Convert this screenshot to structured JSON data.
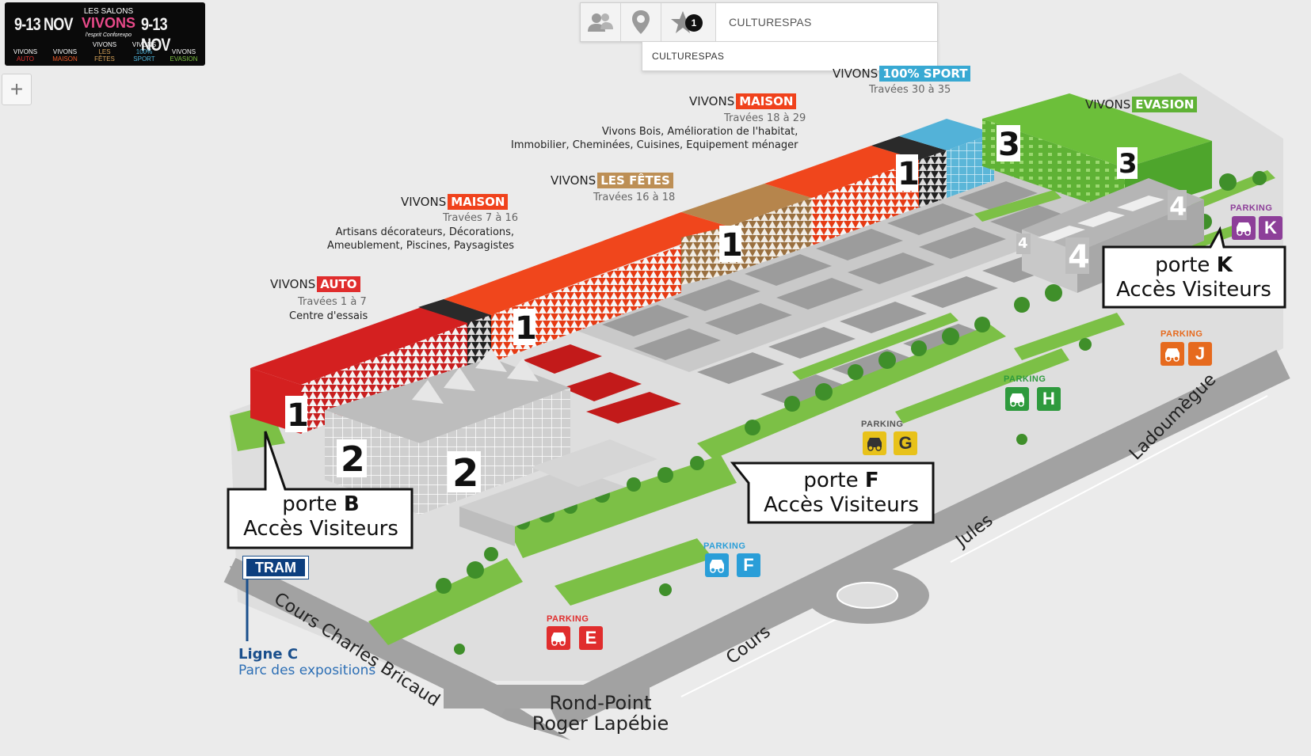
{
  "toolbar": {
    "icons": [
      "users-icon",
      "map-pin-icon",
      "star-icon"
    ],
    "favorites_count": "1",
    "search_value": "CULTURESPAS",
    "dropdown_item": "CULTURESPAS"
  },
  "logo": {
    "date_left": "9-13 NOV",
    "date_right": "9-13 NOV",
    "les_salons": "LES SALONS",
    "vivons": "VIVONS",
    "tagline": "l'esprit Conforexpo",
    "salons": [
      {
        "top": "VIVONS",
        "bottom": "AUTO",
        "color": "#e03030"
      },
      {
        "top": "VIVONS",
        "bottom": "MAISON",
        "color": "#f05a28"
      },
      {
        "top": "VIVONS",
        "bottom": "LES FÊTES",
        "color": "#d7a35a"
      },
      {
        "top": "VIVONS",
        "bottom": "100% SPORT",
        "color": "#4fb3d9"
      },
      {
        "top": "VIVONS",
        "bottom": "EVASION",
        "color": "#7dc242"
      }
    ]
  },
  "zoom": {
    "plus": "+"
  },
  "halls": [
    {
      "prefix": "VIVONS",
      "tag": "AUTO",
      "color": "#e02d2d",
      "sub": "Travées 1 à 7",
      "desc": [
        "Centre d'essais"
      ]
    },
    {
      "prefix": "VIVONS",
      "tag": "MAISON",
      "color": "#f0421c",
      "sub": "Travées 7 à 16",
      "desc": [
        "Artisans décorateurs, Décorations,",
        "Ameublement, Piscines, Paysagistes"
      ]
    },
    {
      "prefix": "VIVONS",
      "tag": "LES FÊTES",
      "color": "#bd8f55",
      "sub": "Travées 16 à 18",
      "desc": []
    },
    {
      "prefix": "VIVONS",
      "tag": "MAISON",
      "color": "#f0421c",
      "sub": "Travées 18 à 29",
      "desc": [
        "Vivons Bois, Amélioration de l'habitat,",
        "Immobilier, Cheminées, Cuisines, Equipement ménager"
      ]
    },
    {
      "prefix": "VIVONS",
      "tag": "100% SPORT",
      "color": "#38a9d3",
      "sub": "Travées 30 à 35",
      "desc": []
    },
    {
      "prefix": "VIVONS",
      "tag": "EVASION",
      "color": "#5fb235",
      "sub": "",
      "desc": []
    }
  ],
  "hall_numbers": [
    "1",
    "1",
    "1",
    "1",
    "2",
    "2",
    "3",
    "3",
    "4",
    "4",
    "4"
  ],
  "gates": [
    {
      "word": "porte",
      "letter": "B",
      "line2": "Accès Visiteurs"
    },
    {
      "word": "porte",
      "letter": "F",
      "line2": "Accès Visiteurs"
    },
    {
      "word": "porte",
      "letter": "K",
      "line2": "Accès Visiteurs"
    }
  ],
  "parkings": [
    {
      "title": "PARKING",
      "letter": "K",
      "color": "#8d3f99"
    },
    {
      "title": "PARKING",
      "letter": "J",
      "color": "#e66a1e"
    },
    {
      "title": "PARKING",
      "letter": "H",
      "color": "#2e9a3d"
    },
    {
      "title": "PARKING",
      "letter": "G",
      "color": "#e8c21a"
    },
    {
      "title": "PARKING",
      "letter": "F",
      "color": "#2a9ed8"
    },
    {
      "title": "PARKING",
      "letter": "E",
      "color": "#e02d2d"
    }
  ],
  "tram": {
    "label": "TRAM",
    "line": "Ligne C",
    "stop": "Parc des expositions"
  },
  "roads": {
    "cours_charles": "Cours Charles Bricaud",
    "cours": "Cours",
    "jules": "Jules",
    "ladoumegue": "Ladoumègue",
    "rond_point_1": "Rond-Point",
    "rond_point_2": "Roger Lapébie"
  },
  "colors": {
    "road": "#9a9a9a",
    "ground": "#dcdcdc",
    "green": "#7cc046",
    "lot": "#9b9b9b"
  }
}
